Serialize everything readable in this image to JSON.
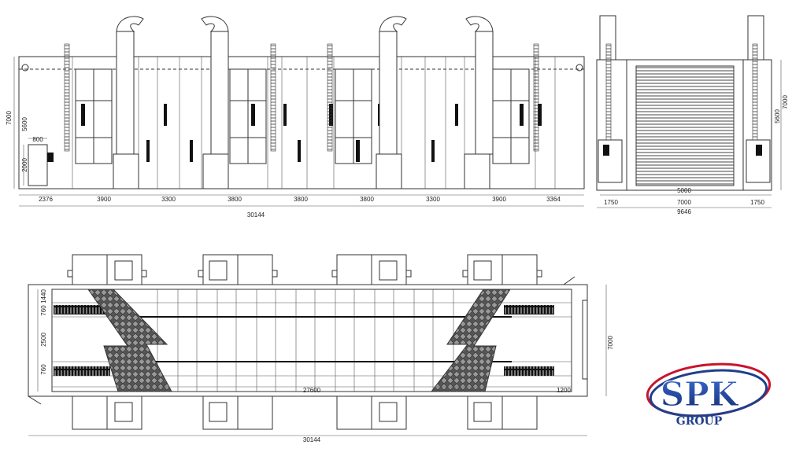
{
  "front_view": {
    "height_total": "7000",
    "height_upper": "5600",
    "door_width": "800",
    "door_height": "2000",
    "segments": [
      "2376",
      "3900",
      "3300",
      "3800",
      "3800",
      "3800",
      "3300",
      "3900",
      "3364"
    ],
    "total_length": "30144"
  },
  "side_view": {
    "height_upper": "5600",
    "height_total": "7000",
    "door_width": "5000",
    "segments": [
      "1750",
      "7000",
      "1750"
    ],
    "total_width": "9646"
  },
  "plan_view": {
    "dim_1440": "1440",
    "dim_760_top": "760",
    "dim_2500": "2500",
    "dim_760_bottom": "760",
    "inner_length": "27600",
    "end_gap": "1200",
    "width": "7000",
    "total_length": "30144"
  },
  "logo": {
    "name": "SPK",
    "sub": "GROUP",
    "colors": {
      "primary": "#1f3f8c",
      "accent": "#c8142c"
    }
  }
}
